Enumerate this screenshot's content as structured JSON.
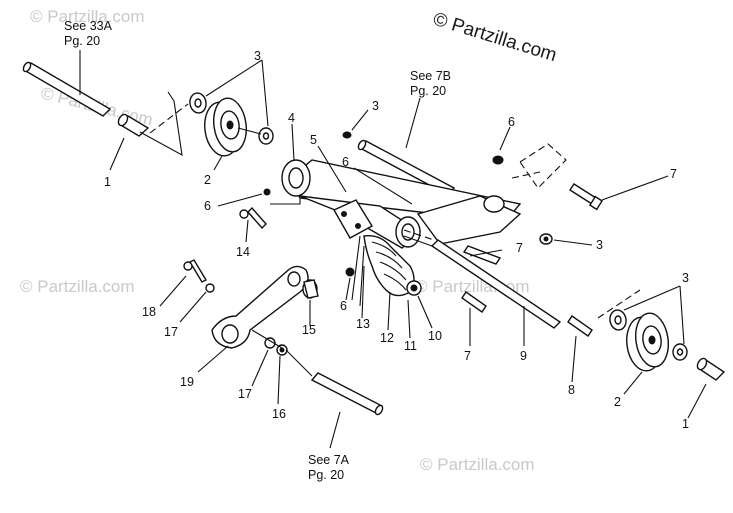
{
  "watermark": {
    "main": "© Partzilla.com",
    "faint": [
      "© Partzilla.com",
      "© Partzilla.com",
      "© Partzilla.com",
      "© Partzilla.com",
      "© Partzilla.com"
    ]
  },
  "references": [
    {
      "line1": "See 33A",
      "line2": "Pg. 20"
    },
    {
      "line1": "See 7B",
      "line2": "Pg. 20"
    },
    {
      "line1": "See 7A",
      "line2": "Pg. 20"
    }
  ],
  "callouts": [
    "3",
    "1",
    "2",
    "4",
    "5",
    "3",
    "6",
    "6",
    "7",
    "6",
    "14",
    "7",
    "3",
    "18",
    "17",
    "15",
    "6",
    "13",
    "12",
    "11",
    "10",
    "9",
    "7",
    "8",
    "3",
    "1",
    "2",
    "19",
    "17",
    "16"
  ],
  "colors": {
    "ink": "#111111",
    "background": "#ffffff",
    "watermark": "#c9c9c9"
  }
}
